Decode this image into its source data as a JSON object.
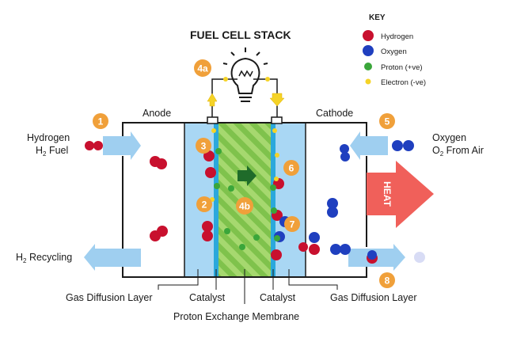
{
  "title": "FUEL CELL STACK",
  "key": {
    "heading": "KEY",
    "items": [
      {
        "label": "Hydrogen",
        "color": "#c8102e"
      },
      {
        "label": "Oxygen",
        "color": "#1f3fbf"
      },
      {
        "label": "Proton (+ve)",
        "color": "#3aa63a"
      },
      {
        "label": "Electron (-ve)",
        "color": "#f5d327"
      }
    ]
  },
  "labels": {
    "anode": "Anode",
    "cathode": "Cathode",
    "hydrogen_fuel_line1": "Hydrogen",
    "hydrogen_fuel_line2": "H",
    "hydrogen_fuel_sub": "2",
    "hydrogen_fuel_rest": " Fuel",
    "oxygen_line1": "Oxygen",
    "oxygen_line2": "O",
    "oxygen_sub": "2",
    "oxygen_rest": " From Air",
    "recycling_pre": "H",
    "recycling_sub": "2",
    "recycling_rest": " Recycling",
    "heat": "HEAT",
    "gdl_left": "Gas Diffusion Layer",
    "catalyst_left": "Catalyst",
    "catalyst_right": "Catalyst",
    "gdl_right": "Gas Diffusion Layer",
    "pem": "Proton Exchange Membrane"
  },
  "steps": [
    "1",
    "2",
    "3",
    "4a",
    "4b",
    "5",
    "6",
    "7",
    "8"
  ],
  "colors": {
    "badge": "#f0a03a",
    "flow_arrow": "#9fcff0",
    "catalyst": "#2ba8dc",
    "gdl": "#a9d7f4",
    "membrane_a": "#9fd36a",
    "membrane_b": "#7cc04a",
    "heat": "#f0605a",
    "outline": "#1a1a1a"
  }
}
